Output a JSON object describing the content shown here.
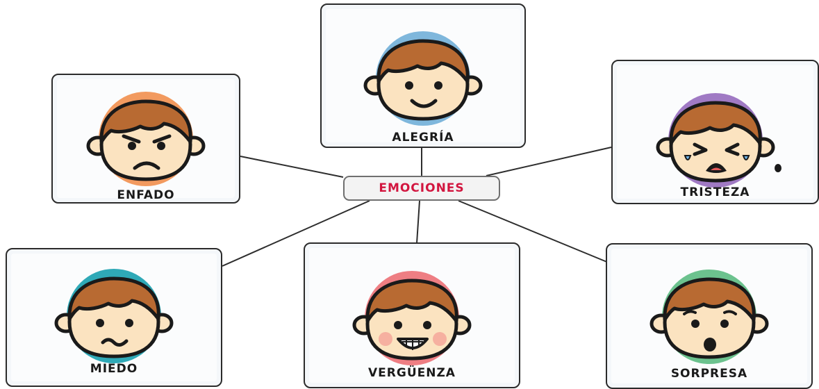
{
  "center": {
    "label": "EMOCIONES",
    "color": "#d2163f"
  },
  "emotions": [
    {
      "key": "alegria",
      "label": "ALEGRÍA",
      "circle_color": "#7fb7dc",
      "expression": "smile"
    },
    {
      "key": "enfado",
      "label": "ENFADO",
      "circle_color": "#f29a5f",
      "expression": "angry"
    },
    {
      "key": "tristeza",
      "label": "TRISTEZA",
      "circle_color": "#a07ac4",
      "expression": "crying"
    },
    {
      "key": "miedo",
      "label": "MIEDO",
      "circle_color": "#2fa9b7",
      "expression": "worried"
    },
    {
      "key": "verguenza",
      "label": "VERGÜENZA",
      "circle_color": "#ee7e83",
      "expression": "shy-grin"
    },
    {
      "key": "sorpresa",
      "label": "SORPRESA",
      "circle_color": "#6cc28e",
      "expression": "surprised"
    }
  ]
}
